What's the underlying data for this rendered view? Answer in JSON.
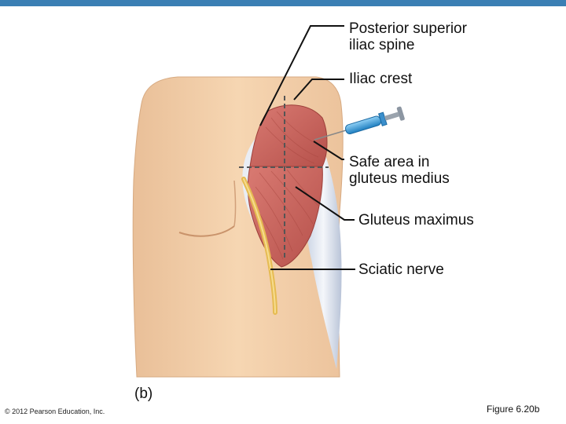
{
  "labels": {
    "psis": [
      "Posterior superior",
      "iliac spine"
    ],
    "iliac_crest": "Iliac crest",
    "safe_area": [
      "Safe area in",
      "gluteus medius"
    ],
    "gluteus_maximus": "Gluteus maximus",
    "sciatic_nerve": "Sciatic nerve"
  },
  "panel_label": "(b)",
  "copyright": "© 2012 Pearson Education, Inc.",
  "figure_number": "Figure 6.20b",
  "colors": {
    "skin": "#f2cda6",
    "skin_shadow": "#deb08a",
    "muscle": "#c9605a",
    "muscle_dark": "#a84540",
    "fascia": "#e6ebf3",
    "nerve": "#e9c25a",
    "syringe": "#3aa0dc",
    "accent_bar": "#3b7fb4"
  }
}
